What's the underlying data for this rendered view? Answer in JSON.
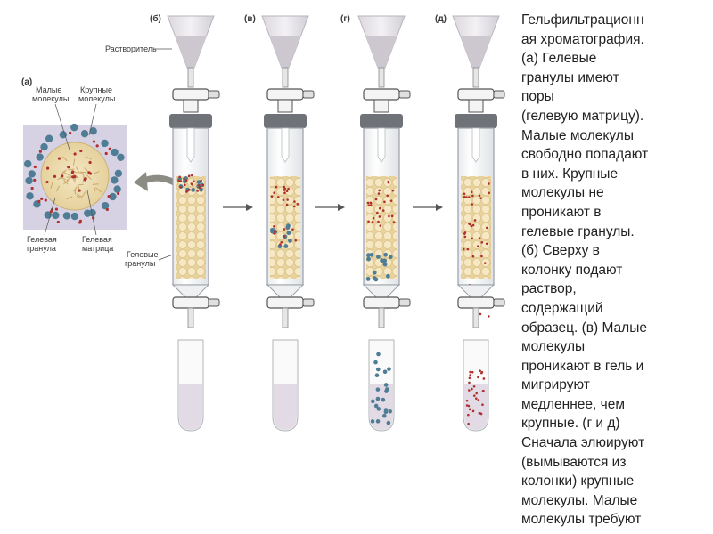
{
  "panels": {
    "a": "(а)",
    "b": "(б)",
    "v": "(в)",
    "g": "(г)",
    "d": "(д)"
  },
  "labels": {
    "solvent": "Растворитель",
    "small_molecules_line1": "Малые",
    "small_molecules_line2": "молекулы",
    "large_molecules_line1": "Крупные",
    "large_molecules_line2": "молекулы",
    "gel_granule_line1": "Гелевая",
    "gel_granule_line2": "гранула",
    "gel_matrix_line1": "Гелевая",
    "gel_matrix_line2": "матрица",
    "gel_granules_line1": "Гелевые",
    "gel_granules_line2": "гранулы"
  },
  "description": "Гельфильтрационн\nая хроматография.\n(а) Гелевые\nгранулы имеют\nпоры\n(гелевую матрицу).\nМалые молекулы\nсвободно попадают\nв них. Крупные\nмолекулы не\nпроникают в\nгелевые гранулы.\n(б) Сверху в\nколонку подают\nраствор,\nсодержащий\nобразец. (в) Малые\nмолекулы\nпроникают в гель и\nмигрируют\nмедленнее, чем\nкрупные. (г и д)\nСначала элюируют\n(вымываются из\nколонки) крупные\nмолекулы. Малые\nмолекулы требуют",
  "colors": {
    "large_molecule": "#4f7d95",
    "small_molecule": "#b03030",
    "gel_bead": "#efdcae",
    "funnel": "#cdc8cf",
    "eluate": "#ddd5e1",
    "column_wall": "#9aa0a6"
  }
}
